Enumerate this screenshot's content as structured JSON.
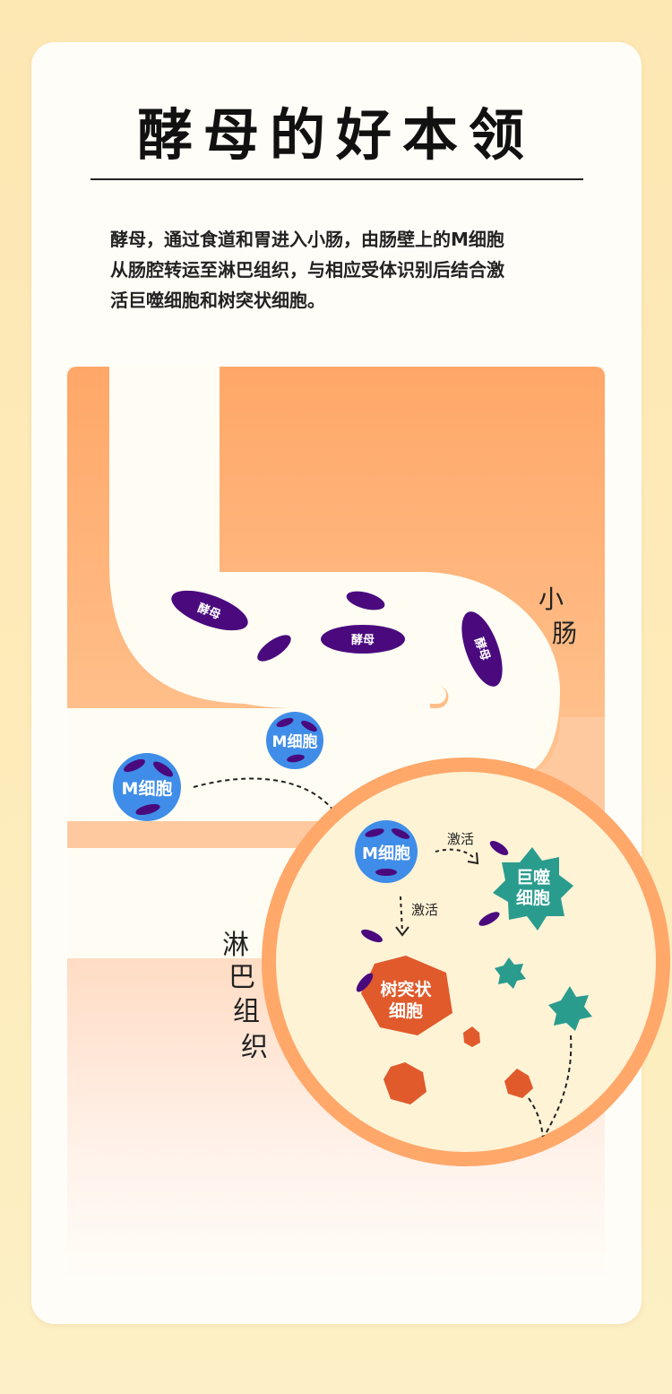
{
  "title": "酵母的好本领",
  "description_lines": [
    "酵母，通过食道和胃进入小肠，由肠壁上的M细胞",
    "从肠腔转运至淋巴组织，与相应受体识别后结合激",
    "活巨噬细胞和树突状细胞。"
  ],
  "diagram": {
    "small_intestine_chars": [
      "小",
      "肠"
    ],
    "lymph_tissue_chars": [
      "淋",
      "巴",
      "组",
      "织"
    ],
    "yeast_label": "酵母",
    "m_cell_label": "M细胞",
    "activate_label": "激活",
    "macrophage_lines": [
      "巨噬",
      "细胞"
    ],
    "dendritic_lines": [
      "树突状",
      "细胞"
    ]
  },
  "colors": {
    "orange_top": "#ffaa6a",
    "orange_bottom": "#ffd2a8",
    "cream": "#fffdf3",
    "yeast_purple": "#4a0a7e",
    "m_cell_blue": "#3f8de8",
    "macrophage_teal": "#2a9c8e",
    "dendritic_orange": "#e05a2b",
    "circle_ring": "#ffa86a",
    "circle_fill": "#fff3d6"
  }
}
